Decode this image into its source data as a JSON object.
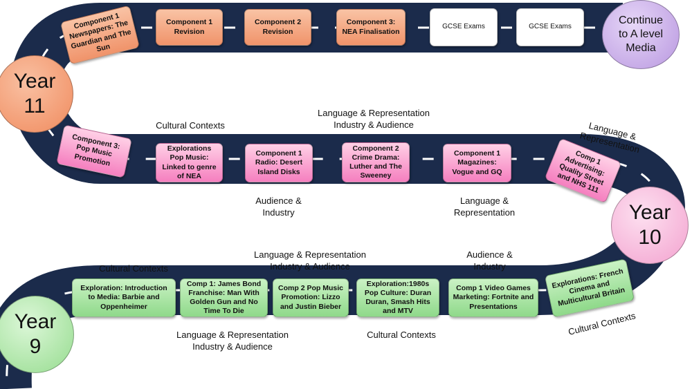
{
  "milestones": {
    "year11": "Year\n11",
    "year10": "Year\n10",
    "year9": "Year\n9",
    "continue": "Continue\nto A level\nMedia"
  },
  "year11_boxes": [
    "Component 1 Newspapers: The Guardian and The Sun",
    "Component 1 Revision",
    "Component 2 Revision",
    "Component 3: NEA Finalisation",
    "GCSE Exams",
    "GCSE Exams"
  ],
  "year10_boxes": [
    "Component 3: Pop Music Promotion",
    "Explorations Pop Music: Linked to genre of NEA",
    "Component 1 Radio: Desert Island Disks",
    "Component 2 Crime Drama: Luther and The Sweeney",
    "Component 1 Magazines: Vogue and GQ",
    "Comp 1 Advertising: Quality Street and NHS 111"
  ],
  "year9_boxes": [
    "Exploration: Introduction to Media: Barbie and Oppenheimer",
    "Comp 1: James Bond Franchise: Man With Golden Gun and No Time To Die",
    "Comp  2 Pop Music Promotion: Lizzo and Justin Bieber",
    "Exploration:1980s Pop Culture: Duran Duran, Smash Hits and MTV",
    "Comp 1 Video Games Marketing: Fortnite and  Presentations",
    "Explorations:  French Cinema and Multicultural Britain"
  ],
  "labels": {
    "y10_cultural_contexts": "Cultural Contexts",
    "y10_lang_rep_ind_aud": "Language & Representation\nIndustry & Audience",
    "y10_lang_rep_right": "Language &\nRepresentation",
    "y10_audience_industry": "Audience &\nIndustry",
    "y10_lang_rep_below": "Language &\nRepresentation",
    "y9_cultural_contexts_top": "Cultural Contexts",
    "y9_lang_rep_ind_aud_top": "Language & Representation\nIndustry & Audience",
    "y9_audience_industry": "Audience &\nIndustry",
    "y9_lang_rep_ind_aud_bottom": "Language & Representation\nIndustry & Audience",
    "y9_cultural_contexts_bottom": "Cultural Contexts",
    "y9_cultural_contexts_right": "Cultural Contexts"
  },
  "colors": {
    "road": "#1b2b4b",
    "dash": "#ffffff",
    "year11": "#f4a27a",
    "year10": "#f7a8d4",
    "year9": "#a6e3a1",
    "continue": "#c9aee8"
  }
}
